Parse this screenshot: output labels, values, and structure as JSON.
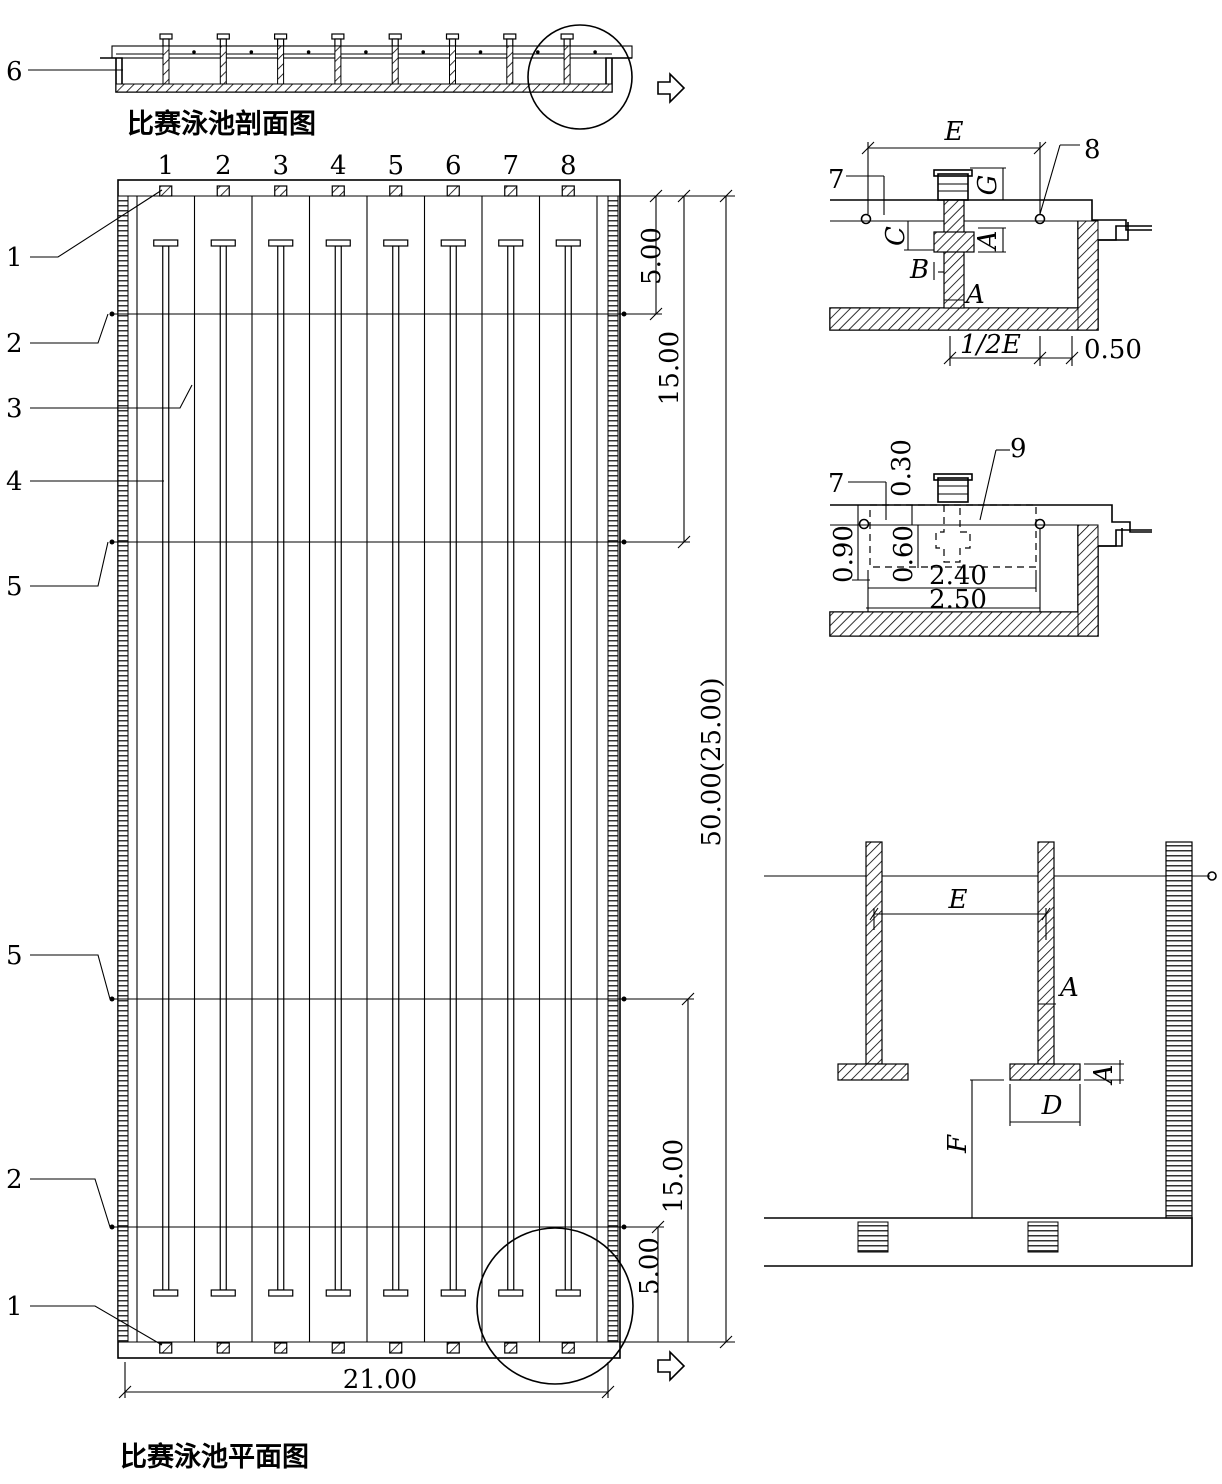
{
  "section_title": "比赛泳池剖面图",
  "plan_title": "比赛泳池平面图",
  "lane_numbers": [
    "1",
    "2",
    "3",
    "4",
    "5",
    "6",
    "7",
    "8"
  ],
  "callouts": {
    "c6": "6",
    "c1_top": "1",
    "c2_top": "2",
    "c3": "3",
    "c4": "4",
    "c5_top": "5",
    "c5_bot": "5",
    "c2_bot": "2",
    "c1_bot": "1",
    "c7a": "7",
    "c8": "8",
    "c7b": "7",
    "c9": "9"
  },
  "dimensions": {
    "d5_top": "5.00",
    "d15_top": "15.00",
    "d50": "50.00(25.00)",
    "d15_bot": "15.00",
    "d5_bot": "5.00",
    "width": "21.00"
  },
  "detail1": {
    "E": "E",
    "G": "G",
    "C": "C",
    "A1": "A",
    "B": "B",
    "A2": "A",
    "half_E": "1/2E",
    "d050": "0.50"
  },
  "detail2": {
    "d030": "0.30",
    "d090": "0.90",
    "d060": "0.60",
    "d240": "2.40",
    "d250": "2.50"
  },
  "detail3": {
    "E": "E",
    "A1": "A",
    "A2": "A",
    "D": "D",
    "F": "F"
  }
}
